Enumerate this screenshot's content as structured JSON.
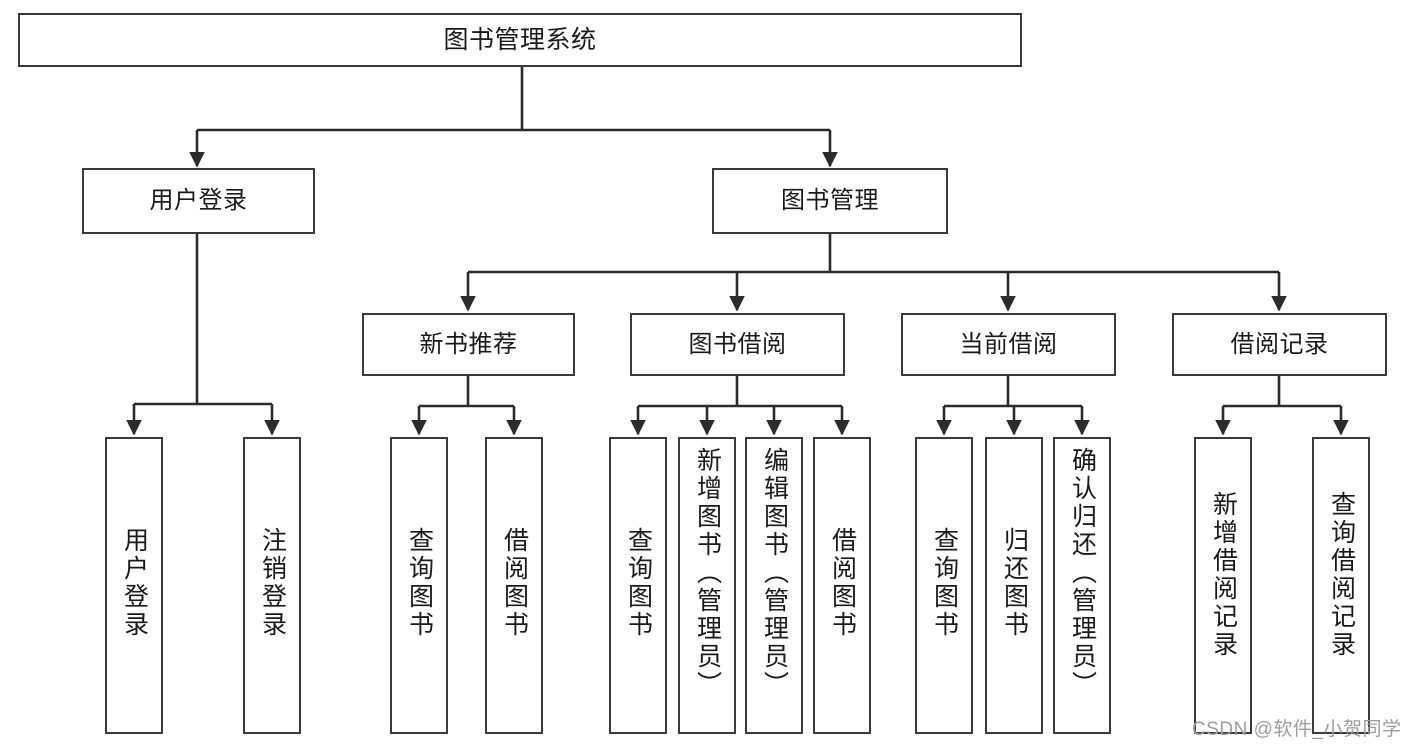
{
  "diagram": {
    "title": "图书管理系统",
    "type": "tree",
    "watermark": "CSDN @软件_小贺同学",
    "colors": {
      "background": "#ffffff",
      "box_border": "#3a3a3a",
      "box_fill": "#ffffff",
      "edge": "#2b2b2b",
      "text": "#1a1a1a",
      "watermark": "#9d9d9d"
    },
    "nodes": {
      "root": {
        "label": "图书管理系统"
      },
      "level2": [
        {
          "id": "user-login",
          "label": "用户登录"
        },
        {
          "id": "book-manage",
          "label": "图书管理"
        }
      ],
      "level3": [
        {
          "id": "new-book-recommend",
          "label": "新书推荐"
        },
        {
          "id": "book-borrow",
          "label": "图书借阅"
        },
        {
          "id": "current-borrow",
          "label": "当前借阅"
        },
        {
          "id": "borrow-record",
          "label": "借阅记录"
        }
      ],
      "leaves": [
        {
          "id": "leaf-user-login",
          "label": "用户登录",
          "parent": "user-login"
        },
        {
          "id": "leaf-logout-login",
          "label": "注销登录",
          "parent": "user-login"
        },
        {
          "id": "leaf-query-book-1",
          "label": "查询图书",
          "parent": "new-book-recommend"
        },
        {
          "id": "leaf-borrow-book-1",
          "label": "借阅图书",
          "parent": "new-book-recommend"
        },
        {
          "id": "leaf-query-book-2",
          "label": "查询图书",
          "parent": "book-borrow"
        },
        {
          "id": "leaf-add-book",
          "label": "新增图书（管理员）",
          "parent": "book-borrow"
        },
        {
          "id": "leaf-edit-book",
          "label": "编辑图书（管理员）",
          "parent": "book-borrow"
        },
        {
          "id": "leaf-borrow-book-2",
          "label": "借阅图书",
          "parent": "book-borrow"
        },
        {
          "id": "leaf-query-book-3",
          "label": "查询图书",
          "parent": "current-borrow"
        },
        {
          "id": "leaf-return-book",
          "label": "归还图书",
          "parent": "current-borrow"
        },
        {
          "id": "leaf-confirm-return",
          "label": "确认归还（管理员）",
          "parent": "current-borrow"
        },
        {
          "id": "leaf-add-record",
          "label": "新增借阅记录",
          "parent": "borrow-record"
        },
        {
          "id": "leaf-query-record",
          "label": "查询借阅记录",
          "parent": "borrow-record"
        }
      ]
    }
  }
}
